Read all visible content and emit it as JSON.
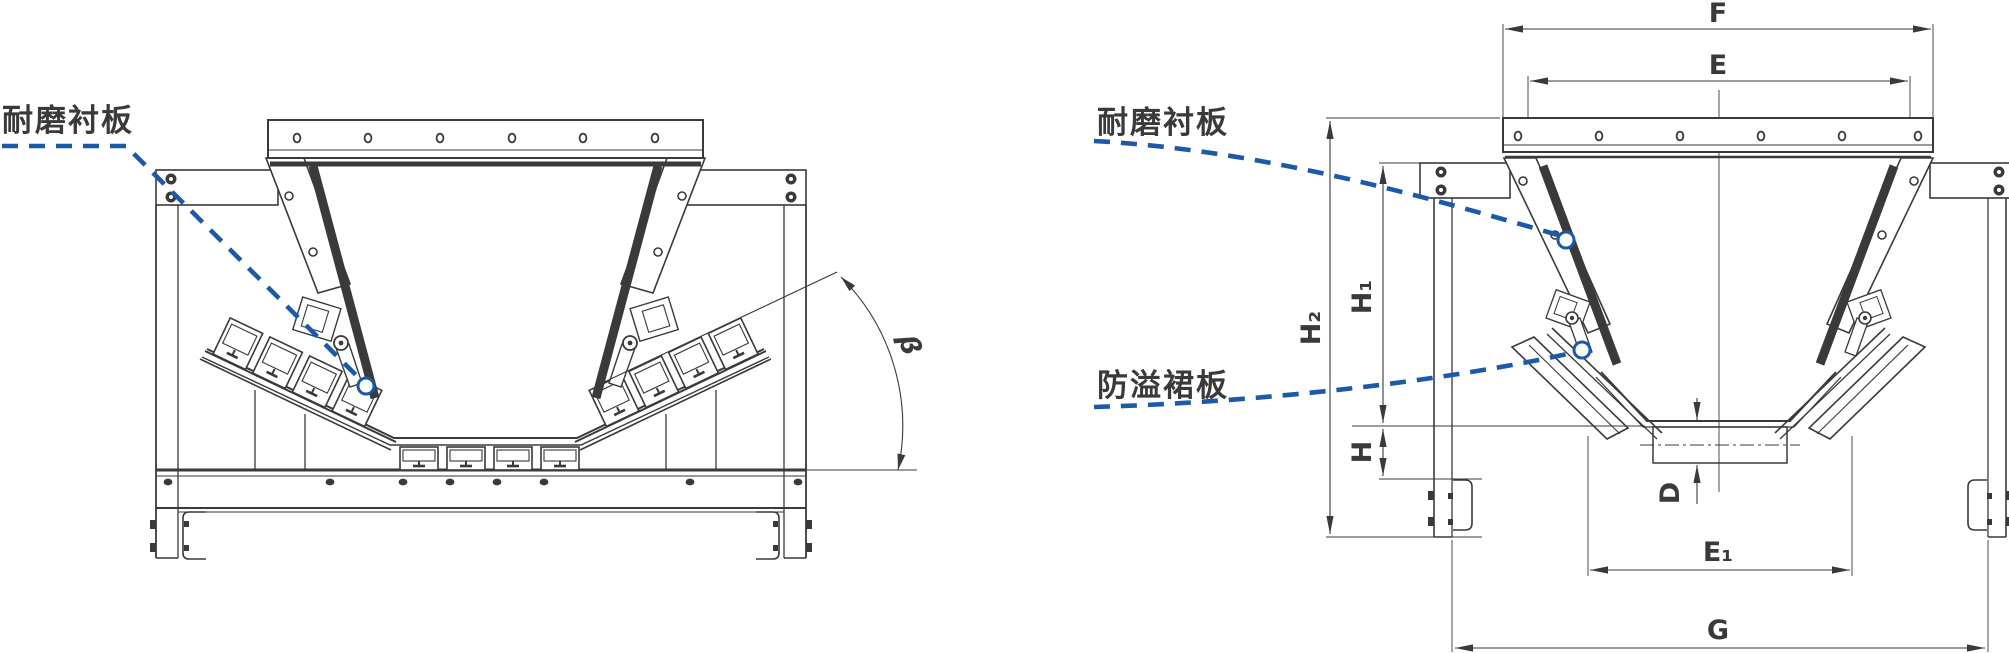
{
  "palette": {
    "line_color": "#3a3a3a",
    "leader_blue": "#1b5aa9",
    "background": "#ffffff"
  },
  "front_view": {
    "callout_liner": "耐磨衬板",
    "dim_angle": "β"
  },
  "side_view": {
    "callout_liner": "耐磨衬板",
    "callout_skirt": "防溢裙板",
    "dim_F": "F",
    "dim_E": "E",
    "dim_E1": "E₁",
    "dim_G": "G",
    "dim_H": "H",
    "dim_H1": "H₁",
    "dim_H2": "H₂",
    "dim_D": "D"
  }
}
